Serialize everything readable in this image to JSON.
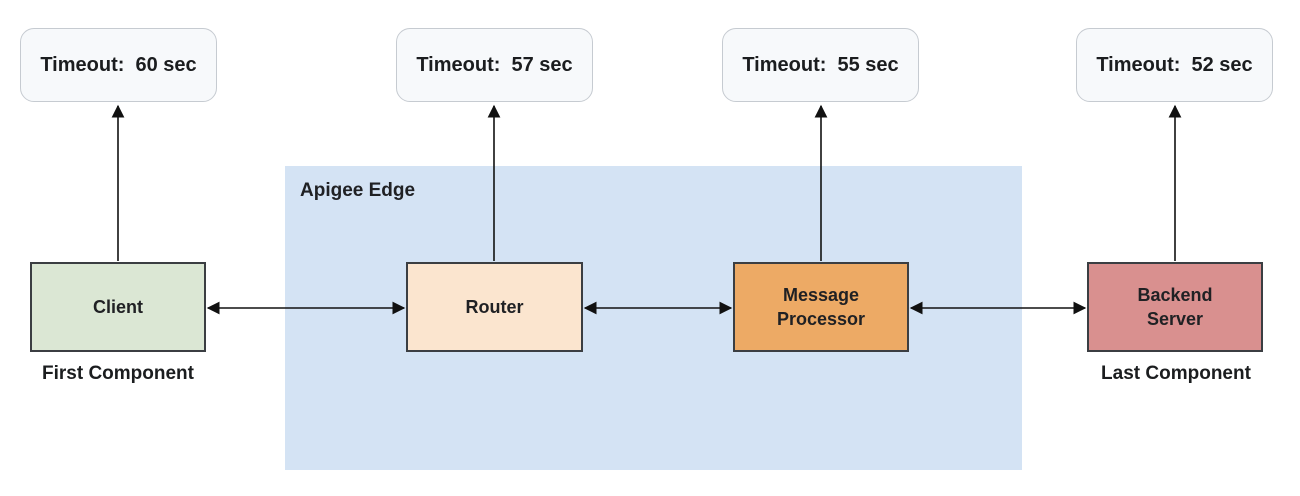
{
  "apigee_edge": {
    "label": "Apigee Edge",
    "fill": "#d4e3f4"
  },
  "components": {
    "client": {
      "label": "Client",
      "sublabel": "First Component",
      "timeout": "Timeout:  60 sec",
      "fill": "#dbe7d4"
    },
    "router": {
      "label": "Router",
      "timeout": "Timeout:  57 sec",
      "fill": "#fbe5cf"
    },
    "message_processor": {
      "label": "Message\nProcessor",
      "timeout": "Timeout:  55 sec",
      "fill": "#edaa65"
    },
    "backend_server": {
      "label": "Backend\nServer",
      "sublabel": "Last Component",
      "timeout": "Timeout:  52 sec",
      "fill": "#d9908f"
    }
  },
  "colors": {
    "arrow": "#111111",
    "pill_fill": "#f7f9fb",
    "pill_border": "#c6cbd1",
    "box_border": "#3b3e42",
    "text": "#202124"
  }
}
